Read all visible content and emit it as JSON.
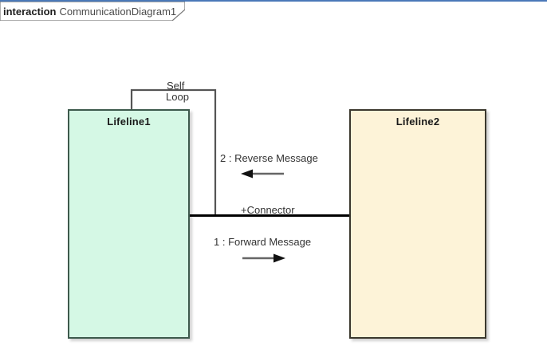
{
  "frame": {
    "kind": "interaction",
    "name": "CommunicationDiagram1",
    "accent_color": "#4a78b8",
    "tab_border_color": "#777777",
    "canvas_background": "#ffffff"
  },
  "lifelines": [
    {
      "id": "lifeline-1",
      "label": "Lifeline1",
      "fill_color": "#d5f8e5",
      "border_color": "#3d5a4c"
    },
    {
      "id": "lifeline-2",
      "label": "Lifeline2",
      "fill_color": "#fdf3d8",
      "border_color": "#3b382d"
    }
  ],
  "self_loop": {
    "label_line_1": "Self",
    "label_line_2": "Loop",
    "line_color": "#555555"
  },
  "connector": {
    "label": "+Connector",
    "line_color": "#000000"
  },
  "messages": [
    {
      "id": "message-2",
      "label": "2 : Reverse Message",
      "direction": "reverse",
      "arrow_icon": "arrow-left-icon",
      "line_color": "#666666",
      "head_color": "#111111"
    },
    {
      "id": "message-1",
      "label": "1 : Forward Message",
      "direction": "forward",
      "arrow_icon": "arrow-right-icon",
      "line_color": "#666666",
      "head_color": "#111111"
    }
  ]
}
